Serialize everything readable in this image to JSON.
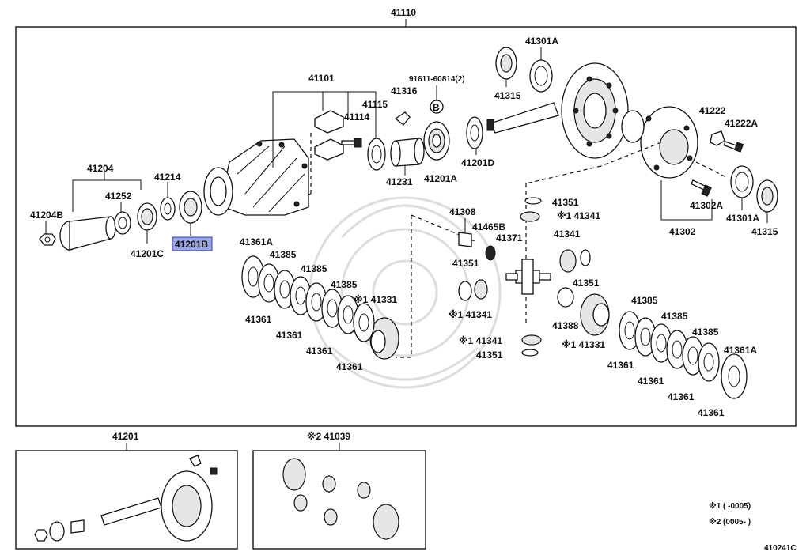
{
  "labels": {
    "top": "41110",
    "p41101": "41101",
    "p41115": "41115",
    "p41114": "41114",
    "p41316": "41316",
    "p91611": "91611-60814(2)",
    "pB": "B",
    "p41231": "41231",
    "p41201a": "41201A",
    "p41201d": "41201D",
    "p41301a_top": "41301A",
    "p41315_top": "41315",
    "p41222": "41222",
    "p41222a": "41222A",
    "p41204": "41204",
    "p41252": "41252",
    "p41204b": "41204B",
    "p41214": "41214",
    "p41201c": "41201C",
    "p41201b": "41201B",
    "p41351_r1": "41351",
    "p41341_r1": "※1 41341",
    "p41302a": "41302A",
    "p41301a_r": "41301A",
    "p41315_r": "41315",
    "p41302": "41302",
    "p41308": "41308",
    "p41465b": "41465B",
    "p41371": "41371",
    "p41341_mid": "41341",
    "p41351_mid": "41351",
    "p41351_right": "41351",
    "p41341_left": "※1 41341",
    "p41388": "41388",
    "p41341_bot": "※1 41341",
    "p41351_bot": "41351",
    "p41331_right": "※1 41331",
    "p41361a_left": "41361A",
    "p41385_l1": "41385",
    "p41385_l2": "41385",
    "p41385_l3": "41385",
    "p41331_left": "※1 41331",
    "p41361_l1": "41361",
    "p41361_l2": "41361",
    "p41361_l3": "41361",
    "p41361_l4": "41361",
    "p41385_r1": "41385",
    "p41385_r2": "41385",
    "p41385_r3": "41385",
    "p41361a_right": "41361A",
    "p41361_r1": "41361",
    "p41361_r2": "41361",
    "p41361_r3": "41361",
    "p41361_r4": "41361",
    "box1_title": "41201",
    "box2_title": "※2 41039",
    "note1": "※1 (    -0005)",
    "note2": "※2 (0005-     )",
    "diagram_code": "410241C"
  },
  "highlight_color": "#9aa6e6"
}
